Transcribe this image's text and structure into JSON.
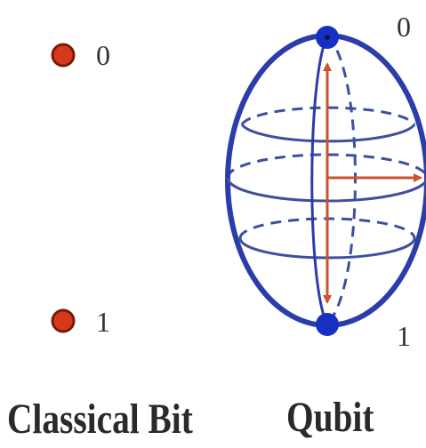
{
  "classical_bit": {
    "state_0_label": "0",
    "state_1_label": "1",
    "caption": "Classical Bit"
  },
  "qubit": {
    "pole_top_label": "0",
    "pole_bottom_label": "1",
    "caption": "Qubit"
  },
  "colors": {
    "classical_dot_fill": "#d63a1a",
    "classical_dot_stroke": "#7a1a0a",
    "sphere_outline": "#2b3cab",
    "latitude_lines": "#3d4fa0",
    "pole_dot": "#1730c4",
    "arrow": "#c9532e",
    "text": "#333333"
  }
}
